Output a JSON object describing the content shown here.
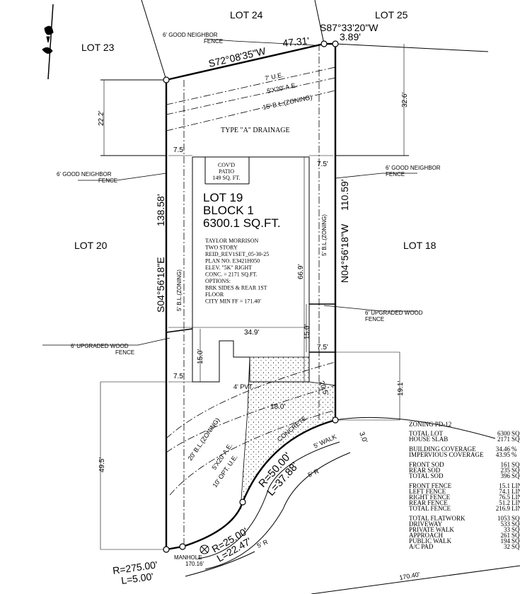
{
  "lots": {
    "lot24": "LOT 24",
    "lot25": "LOT 25",
    "lot23": "LOT 23",
    "lot20": "LOT 20",
    "lot18": "LOT 18"
  },
  "subject": {
    "lot": "LOT 19",
    "block": "BLOCK 1",
    "area": "6300.1 SQ.FT."
  },
  "house": {
    "lines": [
      "TAYLOR MORRISON",
      "TWO STORY",
      "REID_REV1SET_05-30-25",
      "PLAN NO. E3421H050",
      "ELEV. \"5K\" RIGHT",
      "CONC. = 2171 SQ.FT.",
      "OPTIONS:",
      "BRK SIDES & REAR 1ST",
      "FLOOR",
      "CITY MIN FF = 171.40'"
    ],
    "patio_1": "COV'D",
    "patio_2": "PATIO",
    "patio_3": "149 SQ. FT."
  },
  "bearings": {
    "rear_left": "S72°08'35\"W",
    "rear_right": "S87°33'20\"W",
    "left_side": "S04°56'18\"E",
    "right_side": "N04°56'18\"W"
  },
  "distances": {
    "rear_left": "47.31'",
    "rear_right": "3.89'",
    "left_side": "138.58'",
    "right_side": "110.59'"
  },
  "dims": {
    "d22_2": "22.2'",
    "d32_6": "32.6'",
    "d7_5_tl": "7.5'",
    "d7_5_tr": "7.5'",
    "d66_9": "66.9'",
    "d34_9": "34.9'",
    "d15_0_r": "15.0'",
    "d15_0_l": "15.0'",
    "d7_5_mr": "7.5'",
    "d7_5_ml": "7.5'",
    "d19_1": "19.1'",
    "d20_5": "20.5'",
    "d18_0": "18.0'",
    "d49_5": "49.5'",
    "d3_0": "3.0'"
  },
  "easements": {
    "ue7": "7' U.E.",
    "ae_top": "5'X20' A.E.",
    "bl15": "15' B.L.(ZONING)",
    "drainage": "TYPE \"A\" DRAINAGE",
    "bl5_right": "5' B.L.(ZONING)",
    "bl5_left": "5' B.L.(ZONING)",
    "bl20": "20' B.L.(ZONING)",
    "ae_bottom": "5'X20' A.E.",
    "ue10": "10' OPT. U.E."
  },
  "fences": {
    "good_top_1": "6' GOOD NEIGHBOR",
    "good_top_2": "FENCE",
    "good_left_1": "6' GOOD NEIGHBOR",
    "good_left_2": "FENCE",
    "good_right_1": "6' GOOD NEIGHBOR",
    "good_right_2": "FENCE",
    "wood_right_1": "6' UPGRADED WOOD",
    "wood_right_2": "FENCE",
    "wood_left_1": "6' UPGRADED WOOD",
    "wood_left_2": "FENCE"
  },
  "site": {
    "pvt": "4' PVT.",
    "concrete": "CONCRETE",
    "walk": "5' WALK",
    "radius5_right": "5' R",
    "radius5_bottom": "5' R",
    "manhole": "MANHOLE",
    "manhole_el": "170.16'",
    "curb_el": "170.40'"
  },
  "curves": {
    "c1_r": "R=50.00'",
    "c1_l": "L=37.88'",
    "c2_r": "R=25.00'",
    "c2_l": "L=22.47'",
    "c3_r": "R=275.00'",
    "c3_l": "L=5.00'"
  },
  "zoning": {
    "title": "ZONING PD-12",
    "groups": [
      [
        {
          "label": "TOTAL LOT",
          "value": "6300",
          "unit": "SQ. FT."
        },
        {
          "label": "HOUSE SLAB",
          "value": "2171",
          "unit": "SQ. FT."
        }
      ],
      [
        {
          "label": "BUILDING COVERAGE",
          "value": "34.46",
          "unit": "%"
        },
        {
          "label": "IMPERVIOUS COVERAGE",
          "value": "43.95",
          "unit": "%"
        }
      ],
      [
        {
          "label": "FRONT SOD",
          "value": "161",
          "unit": "SQ. YD."
        },
        {
          "label": "REAR SOD",
          "value": "235",
          "unit": "SQ. YD."
        },
        {
          "label": "TOTAL SOD",
          "value": "396",
          "unit": "SQ. YD."
        }
      ],
      [
        {
          "label": "FRONT FENCE",
          "value": "15.1",
          "unit": "LIN. FT."
        },
        {
          "label": "LEFT FENCE",
          "value": "74.1",
          "unit": "LIN. FT."
        },
        {
          "label": "RIGHT FENCE",
          "value": "76.5",
          "unit": "LIN. FT."
        },
        {
          "label": "REAR FENCE",
          "value": "51.2",
          "unit": "LIN. FT."
        },
        {
          "label": "TOTAL FENCE",
          "value": "216.9",
          "unit": "LIN. FT."
        }
      ],
      [
        {
          "label": "TOTAL FLATWORK",
          "value": "1053",
          "unit": "SQ. FT."
        },
        {
          "label": "DRIVEWAY",
          "value": "533",
          "unit": "SQ. FT."
        },
        {
          "label": "PRIVATE WALK",
          "value": "33",
          "unit": "SQ. FT."
        },
        {
          "label": "APPROACH",
          "value": "261",
          "unit": "SQ. FT."
        },
        {
          "label": "PUBLIC WALK",
          "value": "194",
          "unit": "SQ. FT."
        },
        {
          "label": "A/C PAD",
          "value": "32",
          "unit": "SQ. FT."
        }
      ]
    ]
  }
}
